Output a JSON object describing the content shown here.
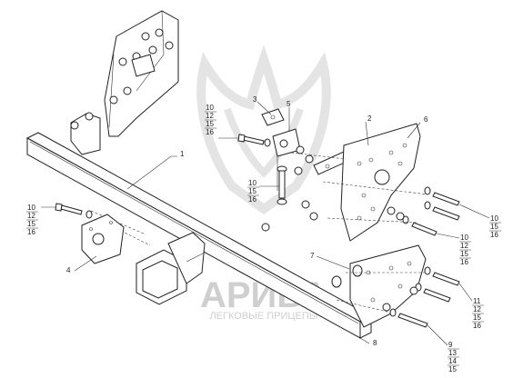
{
  "watermark": {
    "brand": "АРИВА",
    "subtitle": "ЛЕГКОВЫЕ ПРИЦЕПЫ",
    "logo_icon": "bird-head-logo-icon"
  },
  "callouts": {
    "c1": "1",
    "c2": "2",
    "c3": "3",
    "c4": "4",
    "c5": "5",
    "c6": "6",
    "c7": "7",
    "c8": "8"
  },
  "stacks": {
    "s_top": [
      "10",
      "12",
      "15",
      "16"
    ],
    "s_mid": [
      "10",
      "15",
      "16"
    ],
    "s_left": [
      "10",
      "12",
      "15",
      "16"
    ],
    "s_r1": [
      "10",
      "15",
      "16"
    ],
    "s_r2": [
      "10",
      "12",
      "15",
      "16"
    ],
    "s_r3": [
      "11",
      "12",
      "15",
      "16"
    ],
    "s_r4": [
      "9",
      "13",
      "14",
      "15"
    ]
  },
  "colors": {
    "line": "#222222",
    "watermark": "#cfcfcf"
  }
}
